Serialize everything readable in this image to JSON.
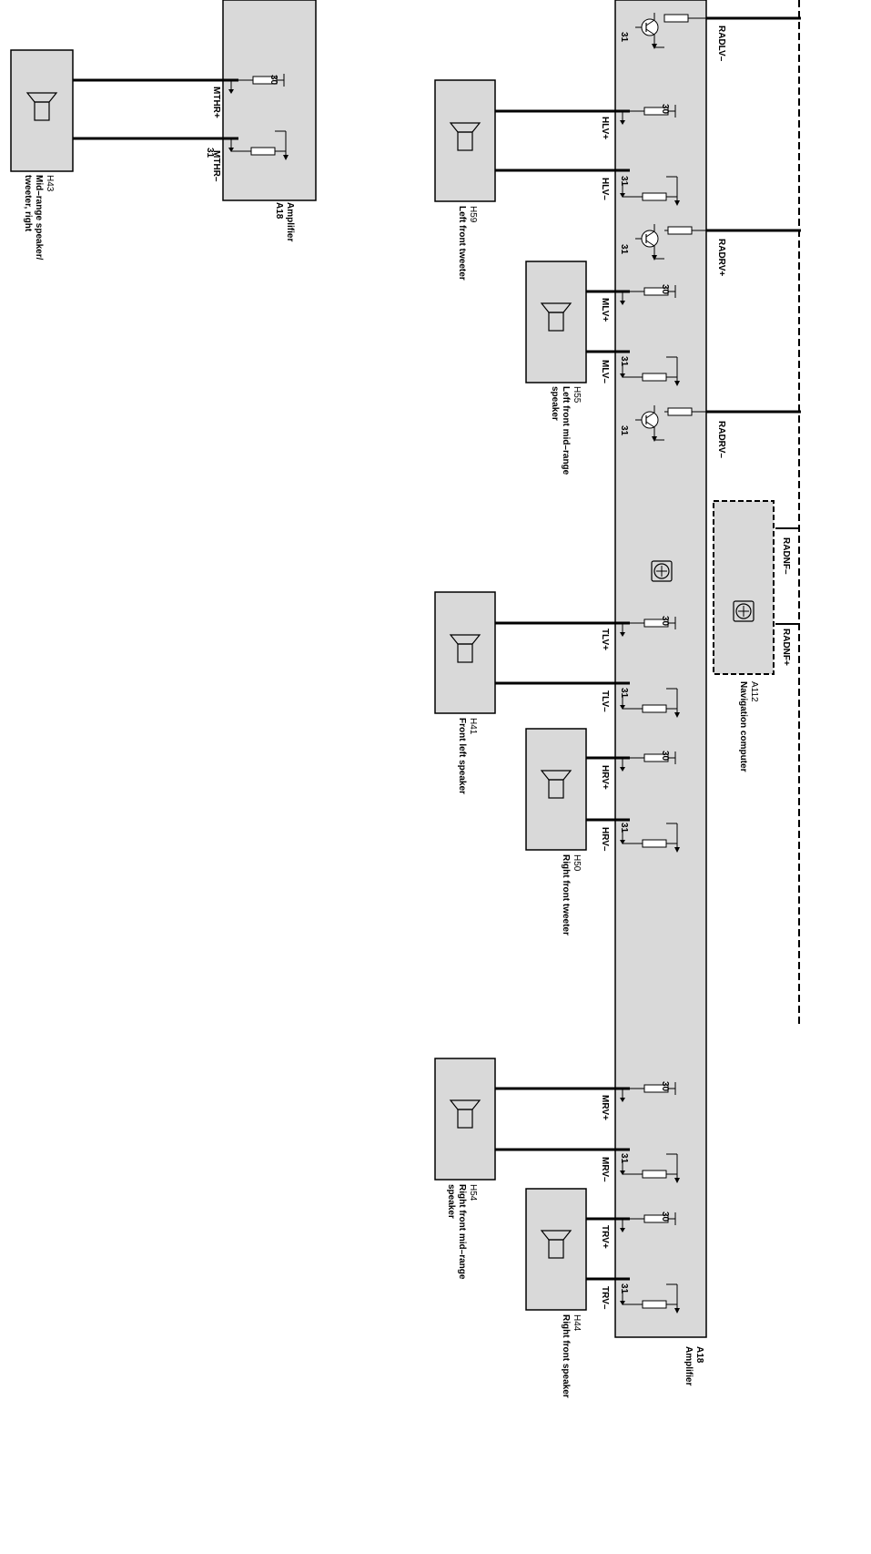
{
  "amplifier_small": {
    "id": "A18",
    "name": "Amplifier",
    "pins": [
      "MTHR+",
      "MTHR–"
    ]
  },
  "speaker_h43": {
    "id": "H43",
    "name_lines": [
      "Mid–range speaker/",
      "tweeter, right"
    ]
  },
  "amplifier_main": {
    "id": "A18",
    "name": "Amplifier",
    "pins": [
      "RADLV–",
      "HLV+",
      "HLV–",
      "RADRV+",
      "MLV+",
      "MLV–",
      "RADRV–",
      "TLV+",
      "TLV–",
      "HRV+",
      "HRV–",
      "MRV+",
      "MRV–",
      "TRV+",
      "TRV–"
    ]
  },
  "nav_computer": {
    "id": "A112",
    "name": "Navigation computer",
    "pins": [
      "RADNF–",
      "RADNF+"
    ]
  },
  "speakers": [
    {
      "id": "H59",
      "name_lines": [
        "Left front tweeter"
      ]
    },
    {
      "id": "H55",
      "name_lines": [
        "Left front mid–range",
        "speaker"
      ]
    },
    {
      "id": "H41",
      "name_lines": [
        "Front left speaker"
      ]
    },
    {
      "id": "H50",
      "name_lines": [
        "Right front tweeter"
      ]
    },
    {
      "id": "H54",
      "name_lines": [
        "Right front mid–range",
        "speaker"
      ]
    },
    {
      "id": "H44",
      "name_lines": [
        "Right front speaker"
      ]
    }
  ],
  "terminals": {
    "positive": "30",
    "ground": "31"
  }
}
